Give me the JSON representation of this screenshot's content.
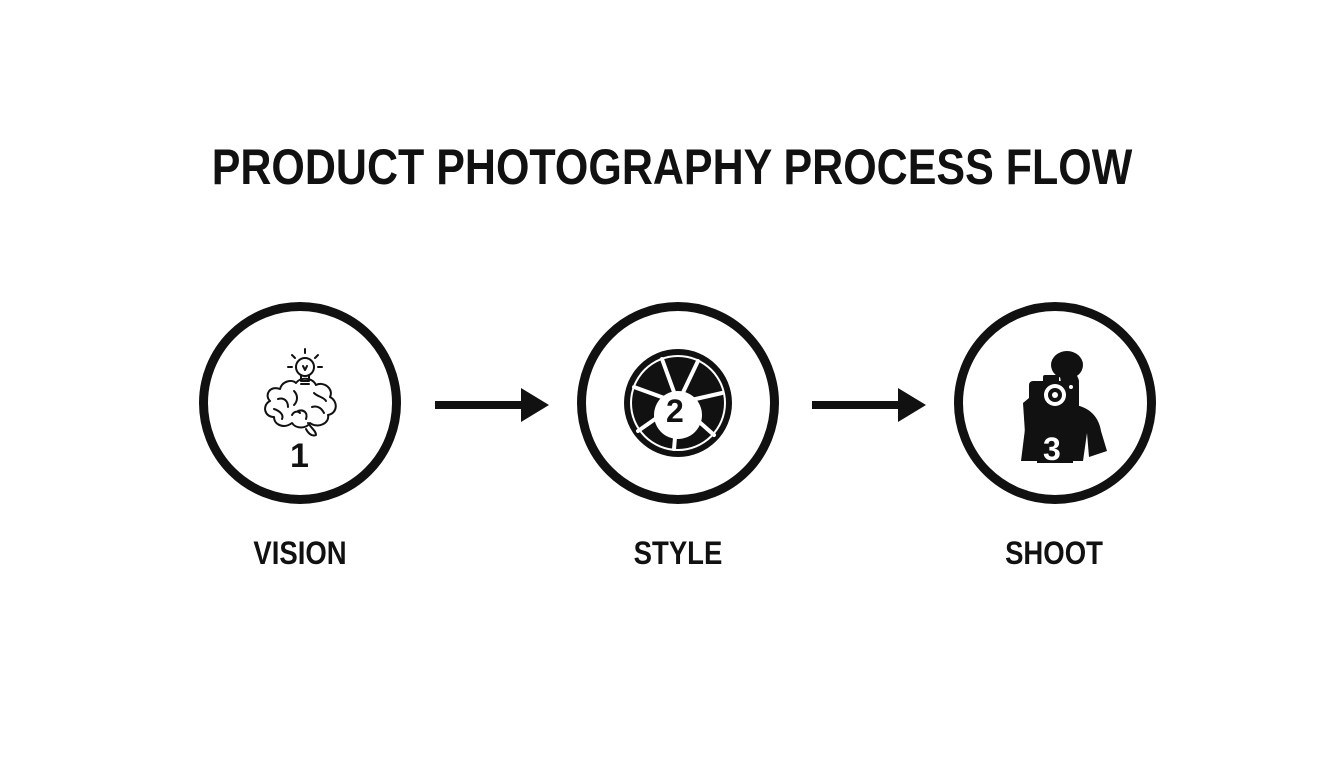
{
  "title": "PRODUCT PHOTOGRAPHY PROCESS FLOW",
  "steps": [
    {
      "number": "1",
      "label": "VISION",
      "icon": "brain-lightbulb-icon"
    },
    {
      "number": "2",
      "label": "STYLE",
      "icon": "camera-aperture-icon"
    },
    {
      "number": "3",
      "label": "SHOOT",
      "icon": "photographer-icon"
    }
  ],
  "colors": {
    "foreground": "#111111",
    "background": "#ffffff"
  }
}
